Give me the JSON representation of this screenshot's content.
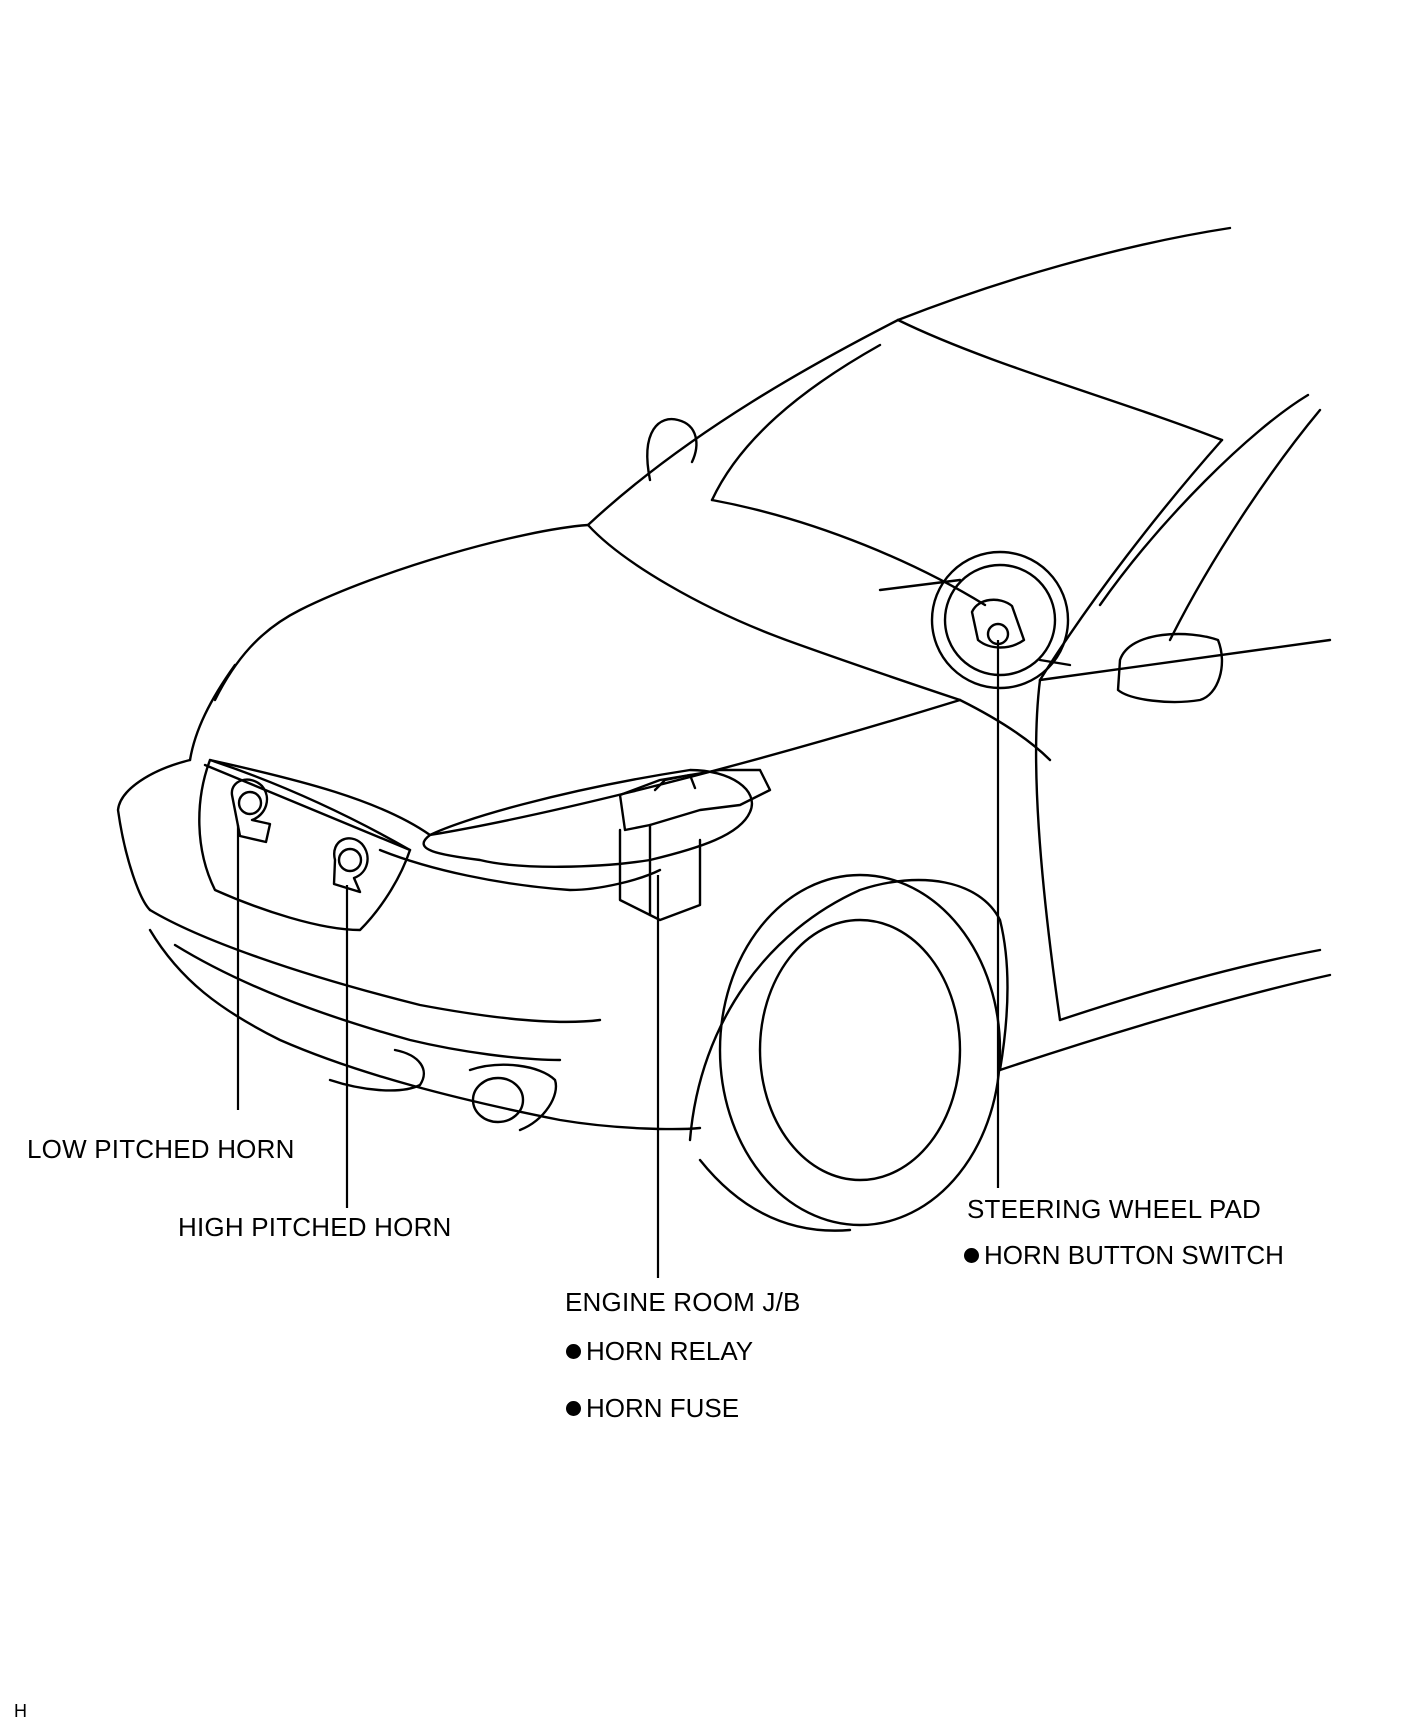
{
  "labels": {
    "low_horn": "LOW PITCHED HORN",
    "high_horn": "HIGH PITCHED HORN",
    "engine_jb": "ENGINE ROOM J/B",
    "horn_relay": "HORN RELAY",
    "horn_fuse": "HORN FUSE",
    "steering_pad": "STEERING WHEEL PAD",
    "horn_button": "HORN BUTTON SWITCH"
  },
  "corner_mark": "H"
}
